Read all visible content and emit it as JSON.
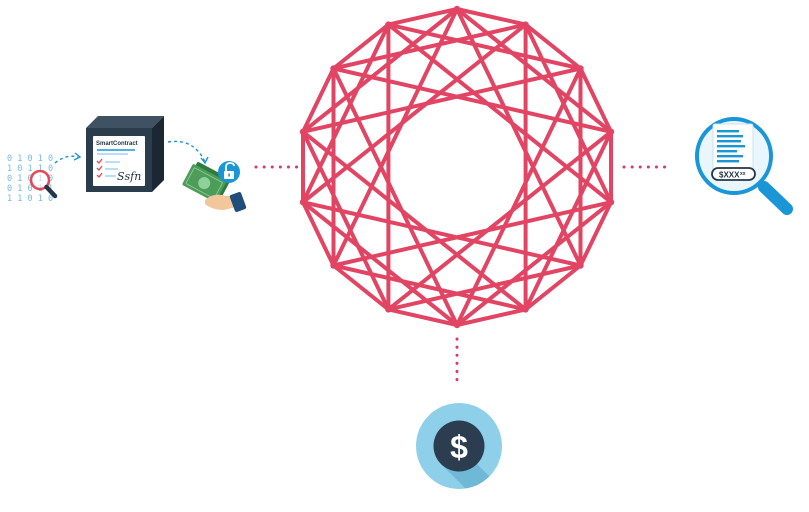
{
  "diagram": {
    "colors": {
      "network": "#e24563",
      "connector": "#d83a67",
      "accent_blue": "#1a95d5",
      "dark": "#253646",
      "money_green": "#4d9c5a",
      "coin_light": "#8ed0ea",
      "coin_dark": "#2c3d4f"
    },
    "binary_digits": [
      "0 1 0 1 0",
      "1 0 1 1 0",
      "0 1 0 1 0",
      "0 1 0 1 1",
      "1 1 0 1 0"
    ],
    "smart_contract_label": "SmartContract",
    "signature_text": "Ssfn",
    "receipt_amount": "$XXX",
    "receipt_cents": "xx",
    "coin_symbol": "$",
    "icons": {
      "data_magnifier": "magnifier-over-binary-icon",
      "contract_box": "smart-contract-box-icon",
      "money_hand": "hand-with-money-icon",
      "unlock": "unlocked-padlock-icon",
      "document_search": "document-magnifier-icon",
      "coin": "dollar-coin-icon",
      "network": "blockchain-network-mesh"
    }
  }
}
